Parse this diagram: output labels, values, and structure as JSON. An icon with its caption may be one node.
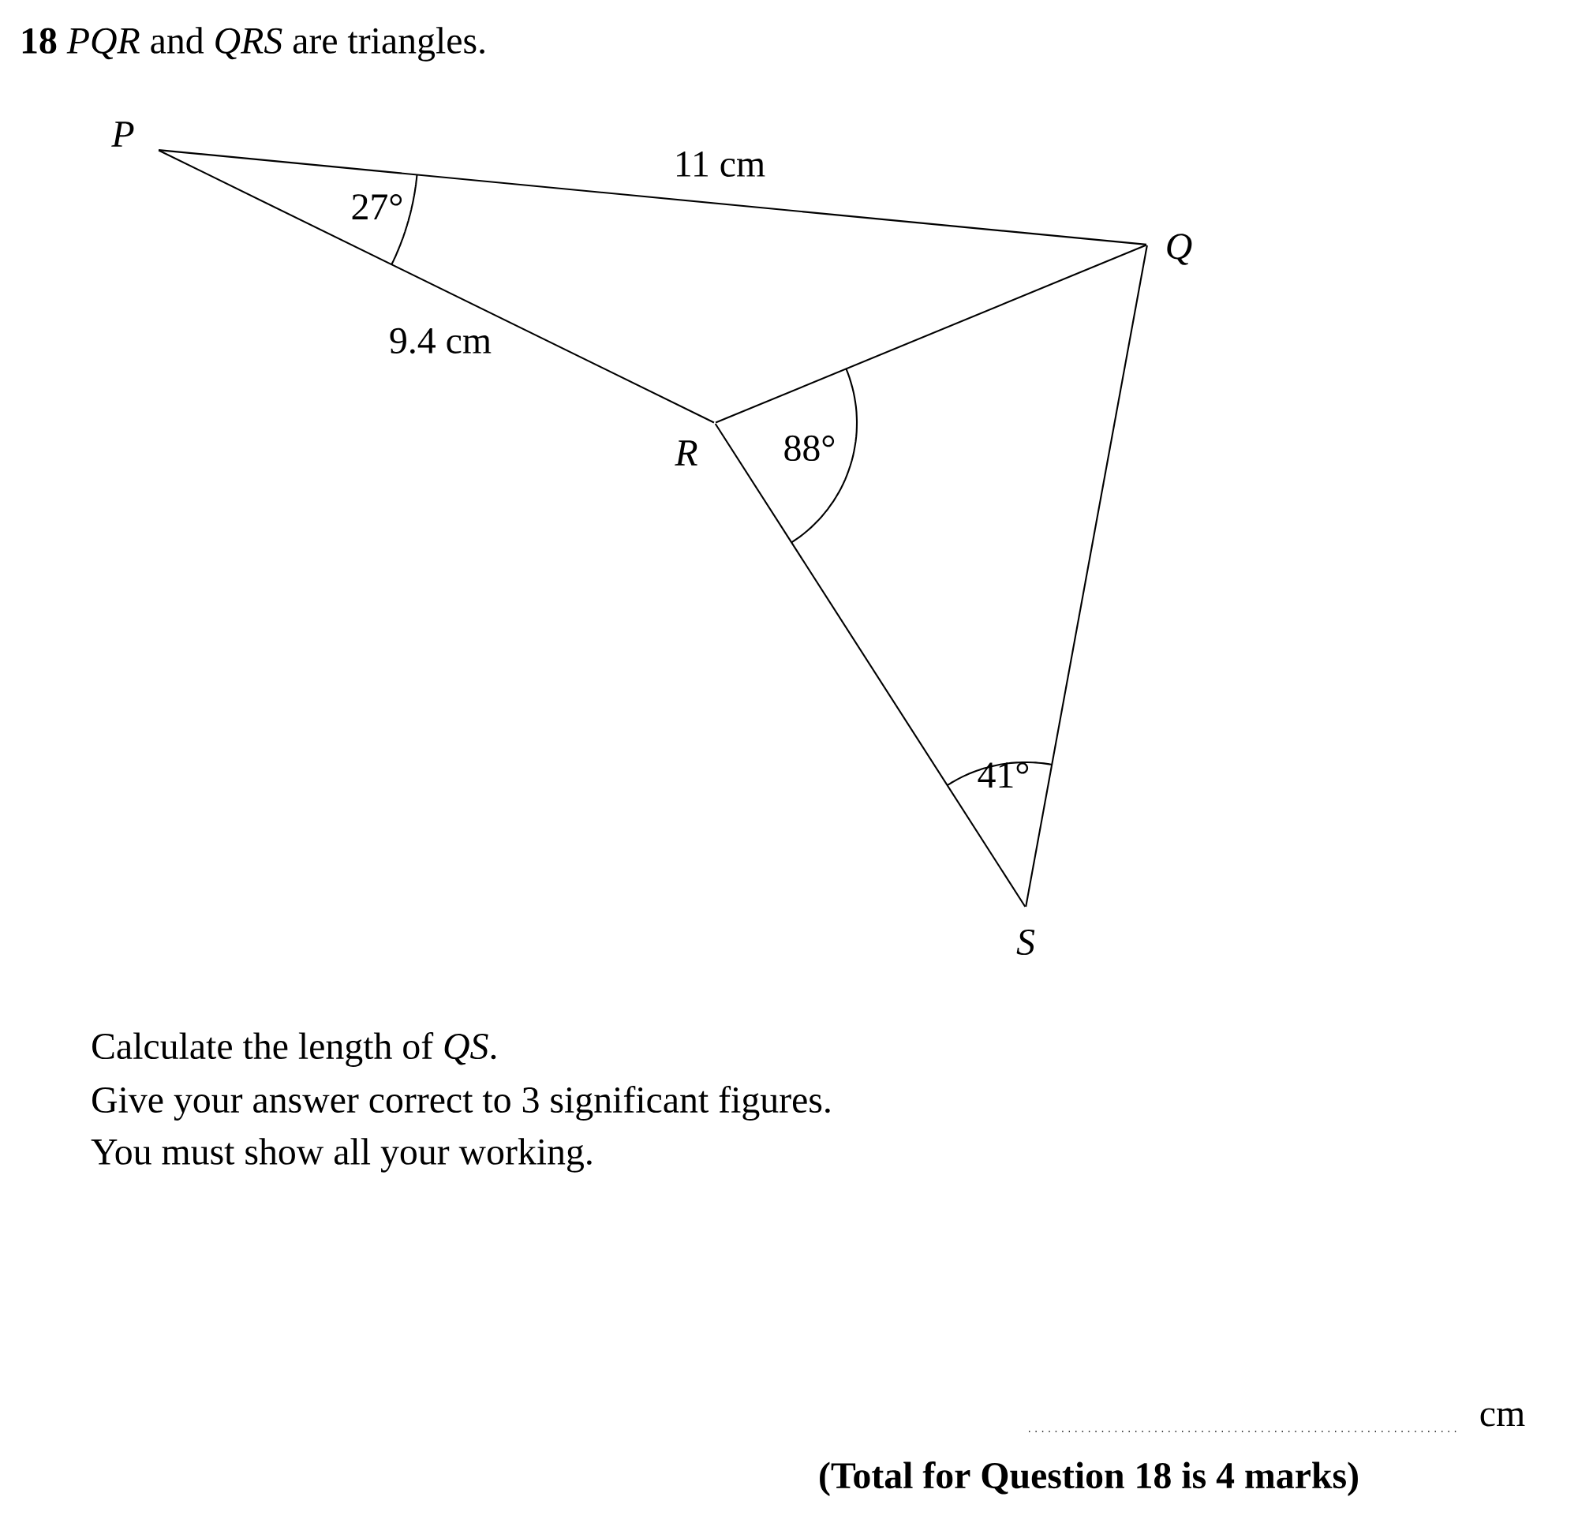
{
  "diagram": {
    "title": "**18**  *PQR* and *QRS* are triangles.",
    "nodes": [
      {
        "text": [
          "P"
        ]
      },
      {
        "text": [
          "Q"
        ]
      },
      {
        "text": [
          "R"
        ]
      },
      {
        "text": [
          "S"
        ]
      }
    ],
    "edges": [
      {
        "from": 0,
        "to": 1,
        "arrow": "none",
        "label": "11 cm"
      },
      {
        "from": 0,
        "to": 2,
        "arrow": "none",
        "label": "9.4 cm"
      },
      {
        "from": 2,
        "to": 1,
        "arrow": "none"
      },
      {
        "from": 2,
        "to": 3,
        "arrow": "none"
      },
      {
        "from": 1,
        "to": 3,
        "arrow": "none"
      }
    ],
    "labels": [
      "27°",
      "88°",
      "41°",
      "Calculate the length of *QS*.",
      "Give your answer correct to 3 significant figures.",
      "You must show all your working.",
      "cm",
      "(Total for Question 18 is 4 marks)"
    ]
  }
}
